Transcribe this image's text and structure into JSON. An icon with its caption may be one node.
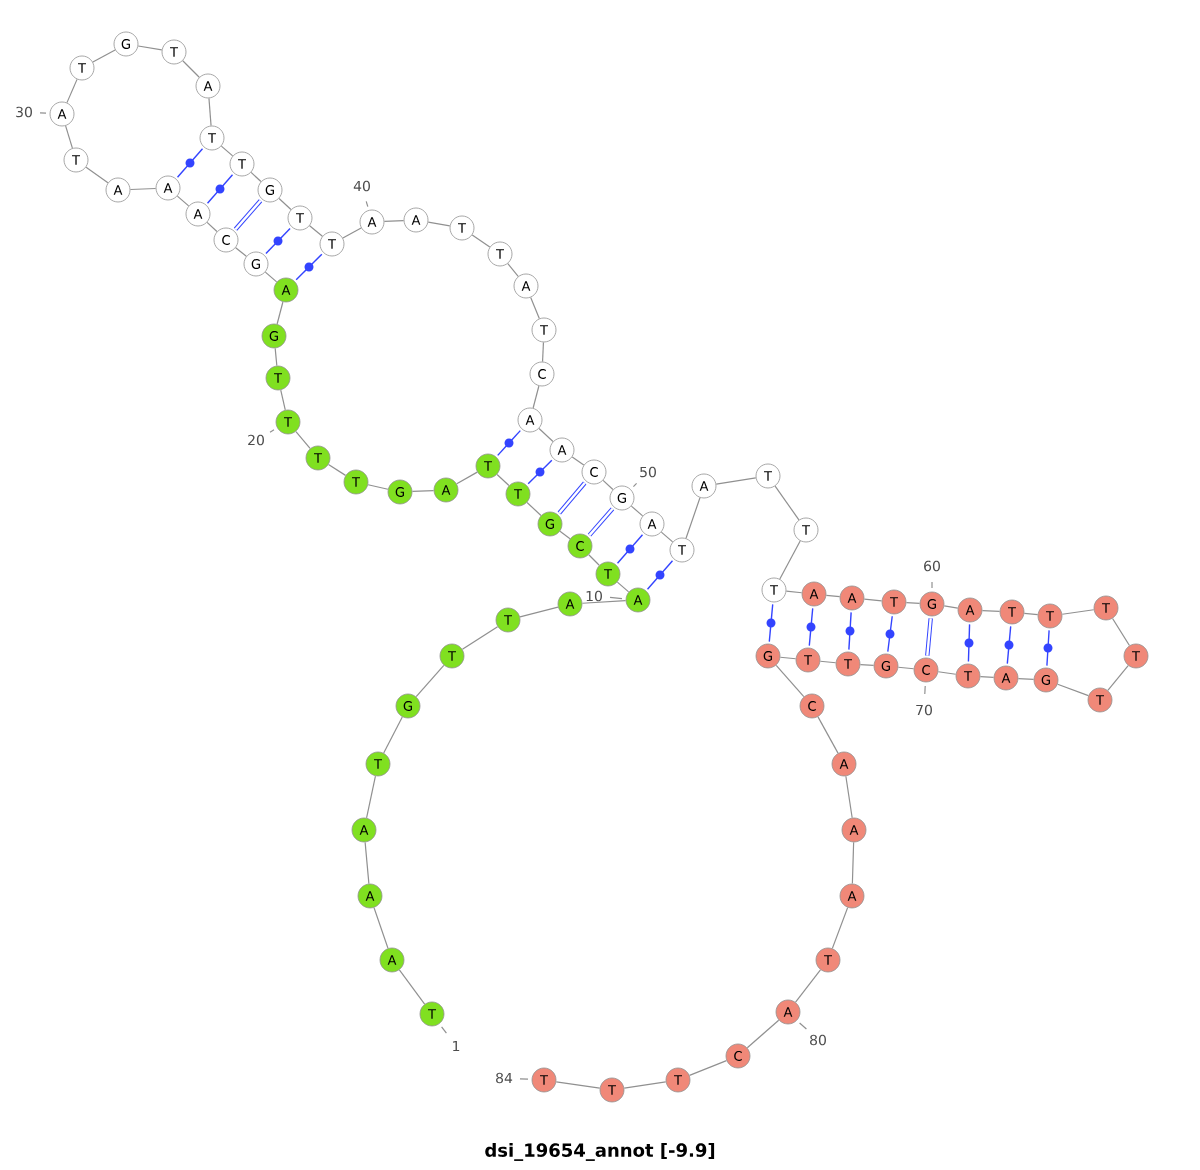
{
  "diagram": {
    "caption": "dsi_19654_annot [-9.9]",
    "nodes": [
      {
        "text": [
          "T"
        ],
        "beside": [
          "1"
        ]
      },
      {
        "text": [
          "A"
        ]
      },
      {
        "text": [
          "A"
        ]
      },
      {
        "text": [
          "A"
        ]
      },
      {
        "text": [
          "T"
        ]
      },
      {
        "text": [
          "G"
        ]
      },
      {
        "text": [
          "T"
        ]
      },
      {
        "text": [
          "T"
        ]
      },
      {
        "text": [
          "A"
        ]
      },
      {
        "text": [
          "A"
        ],
        "beside": [
          "10"
        ]
      },
      {
        "text": [
          "T"
        ]
      },
      {
        "text": [
          "C"
        ]
      },
      {
        "text": [
          "G"
        ]
      },
      {
        "text": [
          "T"
        ]
      },
      {
        "text": [
          "T"
        ]
      },
      {
        "text": [
          "A"
        ]
      },
      {
        "text": [
          "G"
        ]
      },
      {
        "text": [
          "T"
        ]
      },
      {
        "text": [
          "T"
        ]
      },
      {
        "text": [
          "T"
        ],
        "beside": [
          "20"
        ]
      },
      {
        "text": [
          "T"
        ]
      },
      {
        "text": [
          "G"
        ]
      },
      {
        "text": [
          "A"
        ]
      },
      {
        "text": [
          "G"
        ]
      },
      {
        "text": [
          "C"
        ]
      },
      {
        "text": [
          "A"
        ]
      },
      {
        "text": [
          "A"
        ]
      },
      {
        "text": [
          "A"
        ]
      },
      {
        "text": [
          "T"
        ]
      },
      {
        "text": [
          "A"
        ],
        "beside": [
          "30"
        ]
      },
      {
        "text": [
          "T"
        ]
      },
      {
        "text": [
          "G"
        ]
      },
      {
        "text": [
          "T"
        ]
      },
      {
        "text": [
          "A"
        ]
      },
      {
        "text": [
          "T"
        ]
      },
      {
        "text": [
          "T"
        ]
      },
      {
        "text": [
          "G"
        ]
      },
      {
        "text": [
          "T"
        ]
      },
      {
        "text": [
          "T"
        ]
      },
      {
        "text": [
          "A"
        ],
        "beside": [
          "40"
        ]
      },
      {
        "text": [
          "A"
        ]
      },
      {
        "text": [
          "T"
        ]
      },
      {
        "text": [
          "T"
        ]
      },
      {
        "text": [
          "A"
        ]
      },
      {
        "text": [
          "T"
        ]
      },
      {
        "text": [
          "C"
        ]
      },
      {
        "text": [
          "A"
        ]
      },
      {
        "text": [
          "A"
        ]
      },
      {
        "text": [
          "C"
        ]
      },
      {
        "text": [
          "G"
        ],
        "beside": [
          "50"
        ]
      },
      {
        "text": [
          "A"
        ]
      },
      {
        "text": [
          "T"
        ]
      },
      {
        "text": [
          "A"
        ]
      },
      {
        "text": [
          "T"
        ]
      },
      {
        "text": [
          "T"
        ]
      },
      {
        "text": [
          "T"
        ]
      },
      {
        "text": [
          "A"
        ]
      },
      {
        "text": [
          "A"
        ]
      },
      {
        "text": [
          "T"
        ]
      },
      {
        "text": [
          "G"
        ],
        "beside": [
          "60"
        ]
      },
      {
        "text": [
          "A"
        ]
      },
      {
        "text": [
          "T"
        ]
      },
      {
        "text": [
          "T"
        ]
      },
      {
        "text": [
          "T"
        ]
      },
      {
        "text": [
          "T"
        ]
      },
      {
        "text": [
          "T"
        ]
      },
      {
        "text": [
          "G"
        ]
      },
      {
        "text": [
          "A"
        ]
      },
      {
        "text": [
          "T"
        ]
      },
      {
        "text": [
          "C"
        ],
        "beside": [
          "70"
        ]
      },
      {
        "text": [
          "G"
        ]
      },
      {
        "text": [
          "T"
        ]
      },
      {
        "text": [
          "T"
        ]
      },
      {
        "text": [
          "G"
        ]
      },
      {
        "text": [
          "C"
        ]
      },
      {
        "text": [
          "A"
        ]
      },
      {
        "text": [
          "A"
        ]
      },
      {
        "text": [
          "A"
        ]
      },
      {
        "text": [
          "T"
        ]
      },
      {
        "text": [
          "A"
        ],
        "beside": [
          "80"
        ]
      },
      {
        "text": [
          "C"
        ]
      },
      {
        "text": [
          "T"
        ]
      },
      {
        "text": [
          "T"
        ]
      },
      {
        "text": [
          "T"
        ],
        "beside": [
          "84"
        ]
      }
    ],
    "edges": [
      {
        "from": 0,
        "to": 1,
        "arrow": "none"
      },
      {
        "from": 1,
        "to": 2,
        "arrow": "none"
      },
      {
        "from": 2,
        "to": 3,
        "arrow": "none"
      },
      {
        "from": 3,
        "to": 4,
        "arrow": "none"
      },
      {
        "from": 4,
        "to": 5,
        "arrow": "none"
      },
      {
        "from": 5,
        "to": 6,
        "arrow": "none"
      },
      {
        "from": 6,
        "to": 7,
        "arrow": "none"
      },
      {
        "from": 7,
        "to": 8,
        "arrow": "none"
      },
      {
        "from": 8,
        "to": 9,
        "arrow": "none"
      },
      {
        "from": 9,
        "to": 10,
        "arrow": "none"
      },
      {
        "from": 10,
        "to": 11,
        "arrow": "none"
      },
      {
        "from": 11,
        "to": 12,
        "arrow": "none"
      },
      {
        "from": 12,
        "to": 13,
        "arrow": "none"
      },
      {
        "from": 13,
        "to": 14,
        "arrow": "none"
      },
      {
        "from": 14,
        "to": 15,
        "arrow": "none"
      },
      {
        "from": 15,
        "to": 16,
        "arrow": "none"
      },
      {
        "from": 16,
        "to": 17,
        "arrow": "none"
      },
      {
        "from": 17,
        "to": 18,
        "arrow": "none"
      },
      {
        "from": 18,
        "to": 19,
        "arrow": "none"
      },
      {
        "from": 19,
        "to": 20,
        "arrow": "none"
      },
      {
        "from": 20,
        "to": 21,
        "arrow": "none"
      },
      {
        "from": 21,
        "to": 22,
        "arrow": "none"
      },
      {
        "from": 22,
        "to": 23,
        "arrow": "none"
      },
      {
        "from": 23,
        "to": 24,
        "arrow": "none"
      },
      {
        "from": 24,
        "to": 25,
        "arrow": "none"
      },
      {
        "from": 25,
        "to": 26,
        "arrow": "none"
      },
      {
        "from": 26,
        "to": 27,
        "arrow": "none"
      },
      {
        "from": 27,
        "to": 28,
        "arrow": "none"
      },
      {
        "from": 28,
        "to": 29,
        "arrow": "none"
      },
      {
        "from": 29,
        "to": 30,
        "arrow": "none"
      },
      {
        "from": 30,
        "to": 31,
        "arrow": "none"
      },
      {
        "from": 31,
        "to": 32,
        "arrow": "none"
      },
      {
        "from": 32,
        "to": 33,
        "arrow": "none"
      },
      {
        "from": 33,
        "to": 34,
        "arrow": "none"
      },
      {
        "from": 34,
        "to": 35,
        "arrow": "none"
      },
      {
        "from": 35,
        "to": 36,
        "arrow": "none"
      },
      {
        "from": 36,
        "to": 37,
        "arrow": "none"
      },
      {
        "from": 37,
        "to": 38,
        "arrow": "none"
      },
      {
        "from": 38,
        "to": 39,
        "arrow": "none"
      },
      {
        "from": 39,
        "to": 40,
        "arrow": "none"
      },
      {
        "from": 40,
        "to": 41,
        "arrow": "none"
      },
      {
        "from": 41,
        "to": 42,
        "arrow": "none"
      },
      {
        "from": 42,
        "to": 43,
        "arrow": "none"
      },
      {
        "from": 43,
        "to": 44,
        "arrow": "none"
      },
      {
        "from": 44,
        "to": 45,
        "arrow": "none"
      },
      {
        "from": 45,
        "to": 46,
        "arrow": "none"
      },
      {
        "from": 46,
        "to": 47,
        "arrow": "none"
      },
      {
        "from": 47,
        "to": 48,
        "arrow": "none"
      },
      {
        "from": 48,
        "to": 49,
        "arrow": "none"
      },
      {
        "from": 49,
        "to": 50,
        "arrow": "none"
      },
      {
        "from": 50,
        "to": 51,
        "arrow": "none"
      },
      {
        "from": 51,
        "to": 52,
        "arrow": "none"
      },
      {
        "from": 52,
        "to": 53,
        "arrow": "none"
      },
      {
        "from": 53,
        "to": 54,
        "arrow": "none"
      },
      {
        "from": 54,
        "to": 55,
        "arrow": "none"
      },
      {
        "from": 55,
        "to": 56,
        "arrow": "none"
      },
      {
        "from": 56,
        "to": 57,
        "arrow": "none"
      },
      {
        "from": 57,
        "to": 58,
        "arrow": "none"
      },
      {
        "from": 58,
        "to": 59,
        "arrow": "none"
      },
      {
        "from": 59,
        "to": 60,
        "arrow": "none"
      },
      {
        "from": 60,
        "to": 61,
        "arrow": "none"
      },
      {
        "from": 61,
        "to": 62,
        "arrow": "none"
      },
      {
        "from": 62,
        "to": 63,
        "arrow": "none"
      },
      {
        "from": 63,
        "to": 64,
        "arrow": "none"
      },
      {
        "from": 64,
        "to": 65,
        "arrow": "none"
      },
      {
        "from": 65,
        "to": 66,
        "arrow": "none"
      },
      {
        "from": 66,
        "to": 67,
        "arrow": "none"
      },
      {
        "from": 67,
        "to": 68,
        "arrow": "none"
      },
      {
        "from": 68,
        "to": 69,
        "arrow": "none"
      },
      {
        "from": 69,
        "to": 70,
        "arrow": "none"
      },
      {
        "from": 70,
        "to": 71,
        "arrow": "none"
      },
      {
        "from": 71,
        "to": 72,
        "arrow": "none"
      },
      {
        "from": 72,
        "to": 73,
        "arrow": "none"
      },
      {
        "from": 73,
        "to": 74,
        "arrow": "none"
      },
      {
        "from": 74,
        "to": 75,
        "arrow": "none"
      },
      {
        "from": 75,
        "to": 76,
        "arrow": "none"
      },
      {
        "from": 76,
        "to": 77,
        "arrow": "none"
      },
      {
        "from": 77,
        "to": 78,
        "arrow": "none"
      },
      {
        "from": 78,
        "to": 79,
        "arrow": "none"
      },
      {
        "from": 79,
        "to": 80,
        "arrow": "none"
      },
      {
        "from": 80,
        "to": 81,
        "arrow": "none"
      },
      {
        "from": 81,
        "to": 82,
        "arrow": "none"
      },
      {
        "from": 82,
        "to": 83,
        "arrow": "none"
      },
      {
        "from": 9,
        "to": 51,
        "arrow": "none",
        "color": "#3344ff"
      },
      {
        "from": 10,
        "to": 50,
        "arrow": "none",
        "color": "#3344ff"
      },
      {
        "from": 11,
        "to": 49,
        "arrow": "none",
        "style": "thick",
        "color": "#3344ff"
      },
      {
        "from": 12,
        "to": 48,
        "arrow": "none",
        "style": "thick",
        "color": "#3344ff"
      },
      {
        "from": 13,
        "to": 47,
        "arrow": "none",
        "color": "#3344ff"
      },
      {
        "from": 14,
        "to": 46,
        "arrow": "none",
        "color": "#3344ff"
      },
      {
        "from": 22,
        "to": 38,
        "arrow": "none",
        "color": "#3344ff"
      },
      {
        "from": 23,
        "to": 37,
        "arrow": "none",
        "color": "#3344ff"
      },
      {
        "from": 24,
        "to": 36,
        "arrow": "none",
        "style": "thick",
        "color": "#3344ff"
      },
      {
        "from": 25,
        "to": 35,
        "arrow": "none",
        "color": "#3344ff"
      },
      {
        "from": 26,
        "to": 34,
        "arrow": "none",
        "color": "#3344ff"
      },
      {
        "from": 55,
        "to": 73,
        "arrow": "none",
        "color": "#3344ff"
      },
      {
        "from": 56,
        "to": 72,
        "arrow": "none",
        "color": "#3344ff"
      },
      {
        "from": 57,
        "to": 71,
        "arrow": "none",
        "color": "#3344ff"
      },
      {
        "from": 58,
        "to": 70,
        "arrow": "none",
        "color": "#3344ff"
      },
      {
        "from": 59,
        "to": 69,
        "arrow": "none",
        "style": "thick",
        "color": "#3344ff"
      },
      {
        "from": 60,
        "to": 68,
        "arrow": "none",
        "color": "#3344ff"
      },
      {
        "from": 61,
        "to": 67,
        "arrow": "none",
        "color": "#3344ff"
      },
      {
        "from": 62,
        "to": 66,
        "arrow": "none",
        "color": "#3344ff"
      }
    ]
  }
}
